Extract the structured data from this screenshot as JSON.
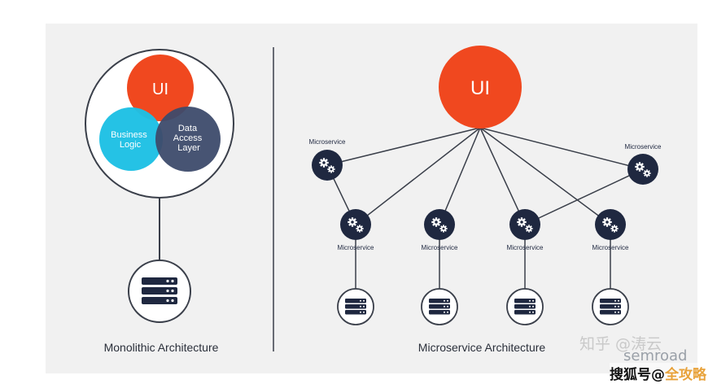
{
  "monolith": {
    "ui_label": "UI",
    "logic_label_lines": [
      "Business",
      "Logic"
    ],
    "data_label_lines": [
      "Data",
      "Access",
      "Layer"
    ],
    "caption": "Monolithic Architecture",
    "database_icon": "server-stack-icon"
  },
  "microservices": {
    "ui_label": "UI",
    "service_label": "Microservice",
    "service_icon": "gears-icon",
    "database_icon": "server-stack-icon",
    "caption": "Microservice Architecture"
  },
  "watermark": {
    "line1": "知乎 @涛云",
    "line2": "semroad",
    "line3_prefix": "搜狐号@",
    "line3_brand": "全攻略"
  },
  "colors": {
    "ui_red": "#f0481f",
    "logic_cyan": "#1ec0e4",
    "data_navy": "#3d4b6c",
    "node_dark": "#1f2840",
    "line": "#3a3f4a",
    "background": "#f1f1f1"
  }
}
